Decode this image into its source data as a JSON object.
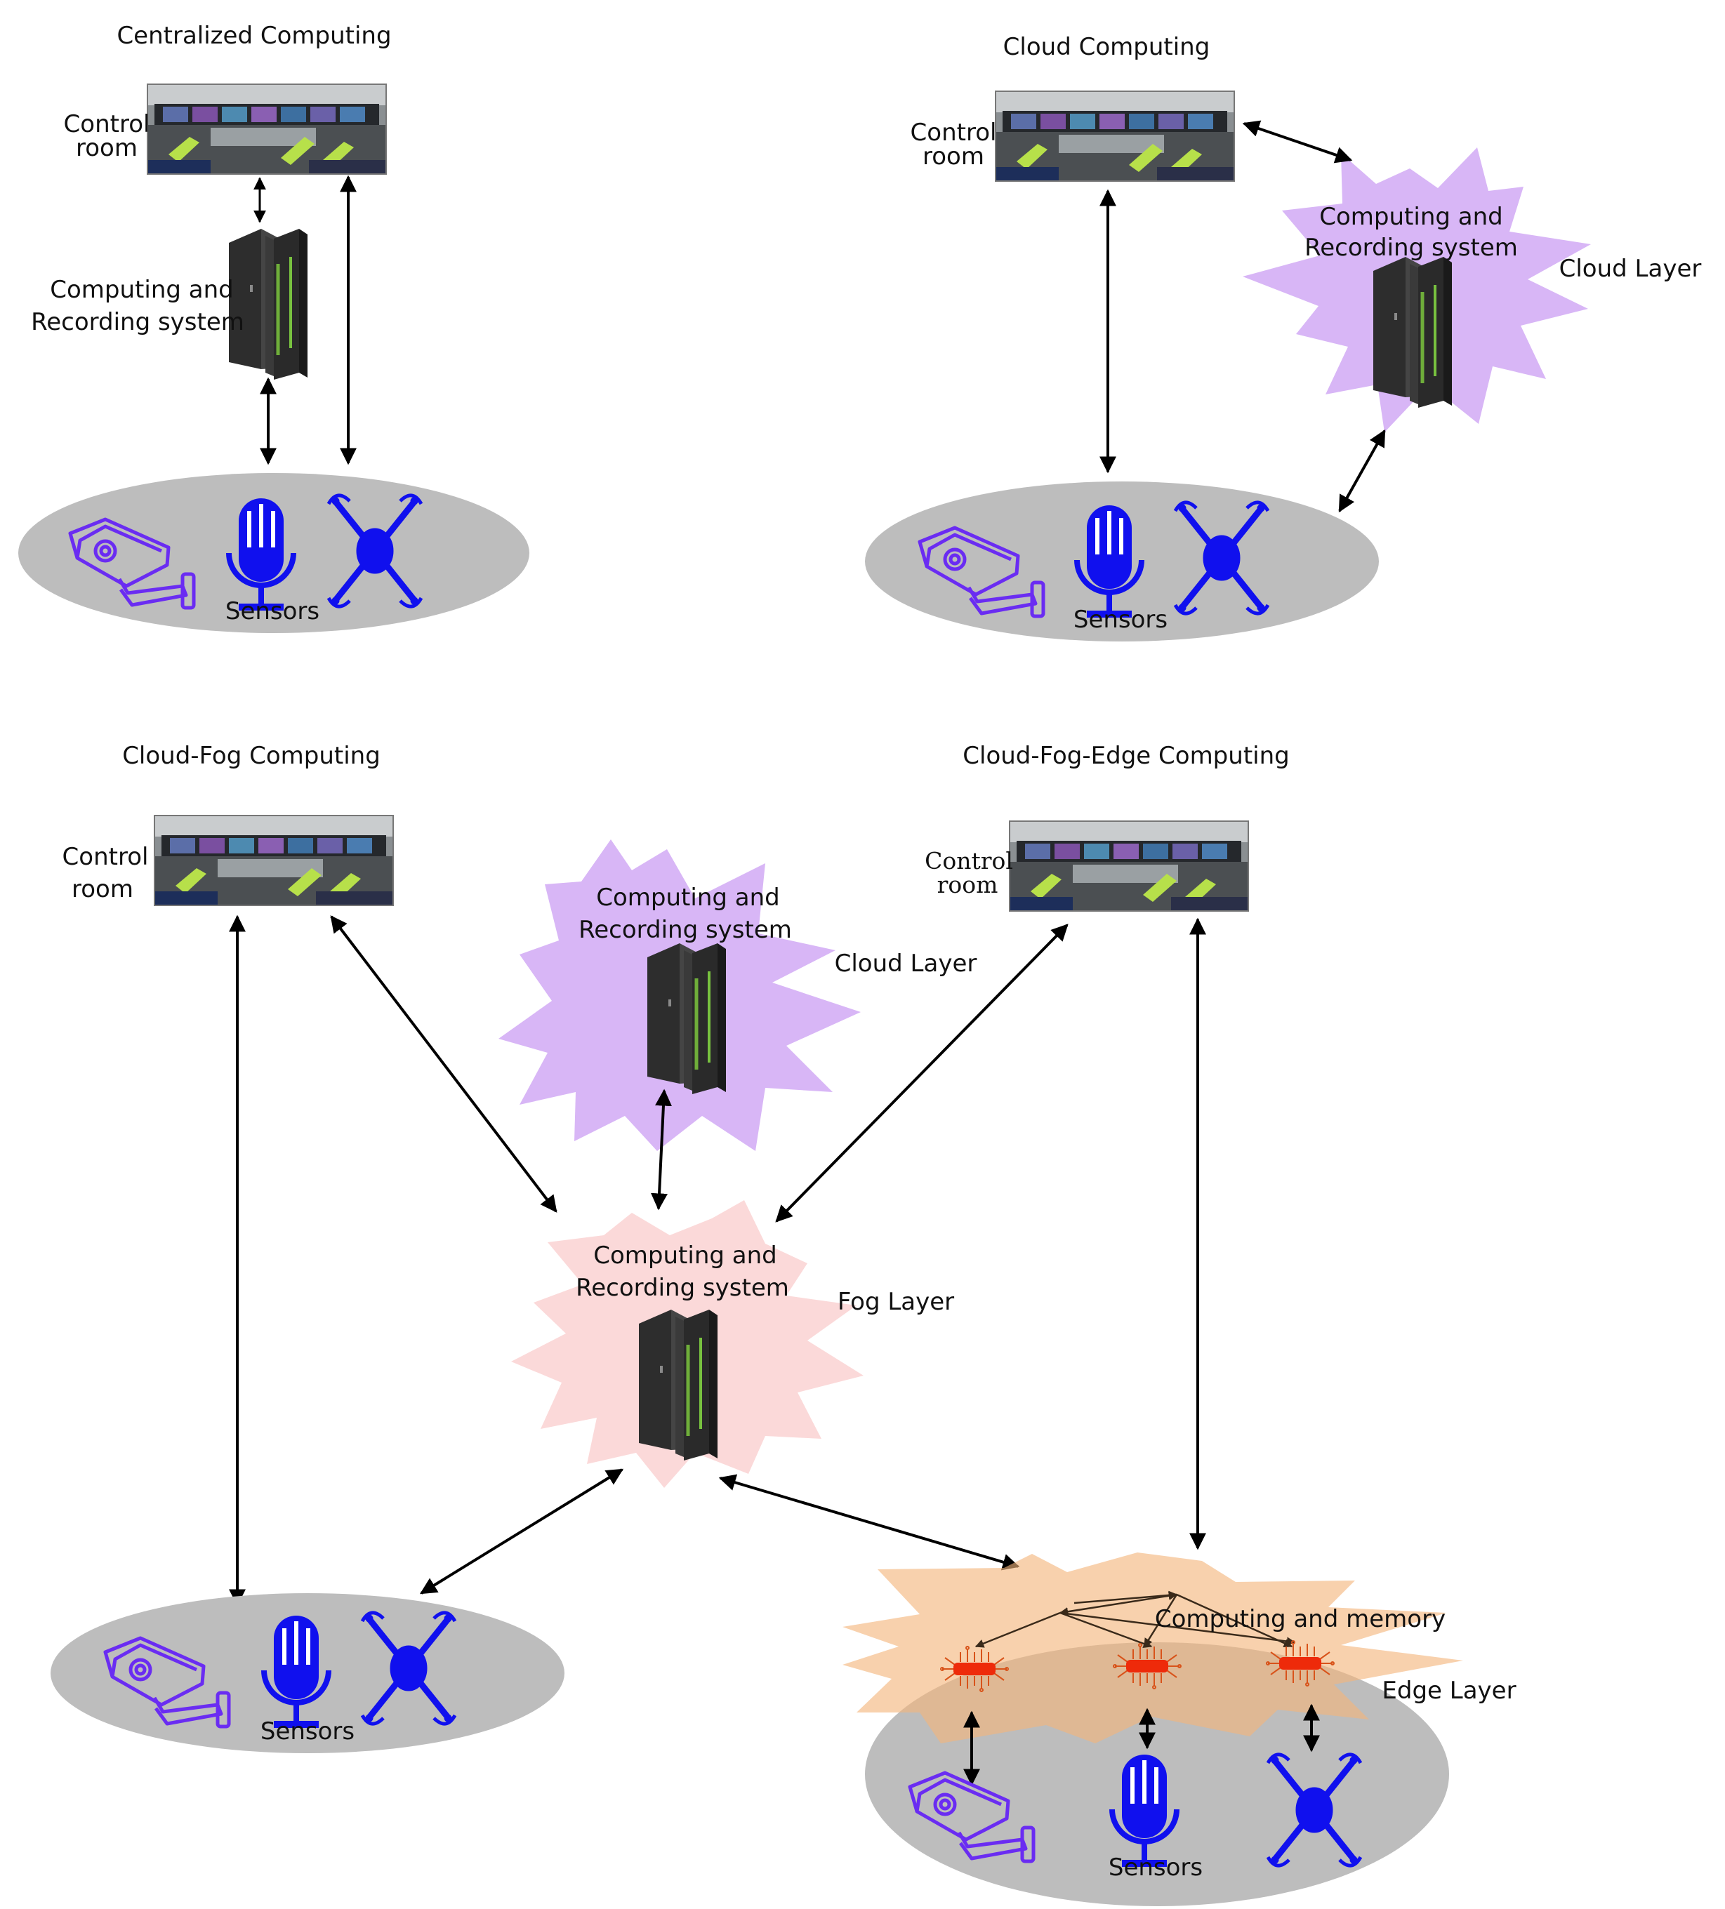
{
  "colors": {
    "sensor_blue": "#1010ee",
    "camera_violet": "#6a2cf2",
    "cloud_fill": "#d8b6f6",
    "fog_fill": "#fbd9d9",
    "edge_fill": "#f9c99d",
    "sensor_ellipse": "#bdbdbd",
    "edge_chip": "#ee2a0a",
    "arrow": "#000000"
  },
  "icons": {
    "control_room": "control-room-photo",
    "server": "server-rack-icon",
    "camera": "cctv-camera-icon",
    "microphone": "microphone-icon",
    "drone": "drone-icon",
    "chip": "processor-chip-icon"
  },
  "panels": {
    "centralized": {
      "title": "Centralized Computing",
      "control_room": [
        "Control",
        "room"
      ],
      "system": [
        "Computing and",
        "Recording system"
      ],
      "sensors": "Sensors"
    },
    "cloud": {
      "title": "Cloud Computing",
      "control_room": [
        "Control",
        "room"
      ],
      "system": [
        "Computing and",
        "Recording system"
      ],
      "layer": "Cloud Layer",
      "sensors": "Sensors"
    },
    "cloud_fog": {
      "title": "Cloud-Fog Computing",
      "control_room": [
        "Control",
        "room"
      ],
      "cloud_system": [
        "Computing and",
        "Recording system"
      ],
      "cloud_layer": "Cloud Layer",
      "fog_system": [
        "Computing and",
        "Recording system"
      ],
      "fog_layer": "Fog Layer",
      "sensors": "Sensors"
    },
    "cloud_fog_edge": {
      "title": "Cloud-Fog-Edge Computing",
      "control_room": [
        "Control",
        "room"
      ],
      "edge_compute": "Computing and memory",
      "edge_layer": "Edge Layer",
      "sensors": "Sensors"
    }
  }
}
